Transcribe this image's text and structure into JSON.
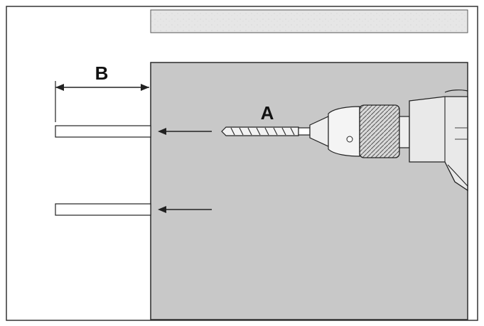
{
  "figure": {
    "labels": {
      "a": "A",
      "b": "B"
    },
    "colors": {
      "wall": "#c8c8c8",
      "upper_panel": "#e6e6e6",
      "outline": "#2a2a2a",
      "frame": "#333333",
      "drill_body": "#e9e9e9"
    },
    "parts": {
      "holes": 2,
      "arrows": 2
    }
  }
}
